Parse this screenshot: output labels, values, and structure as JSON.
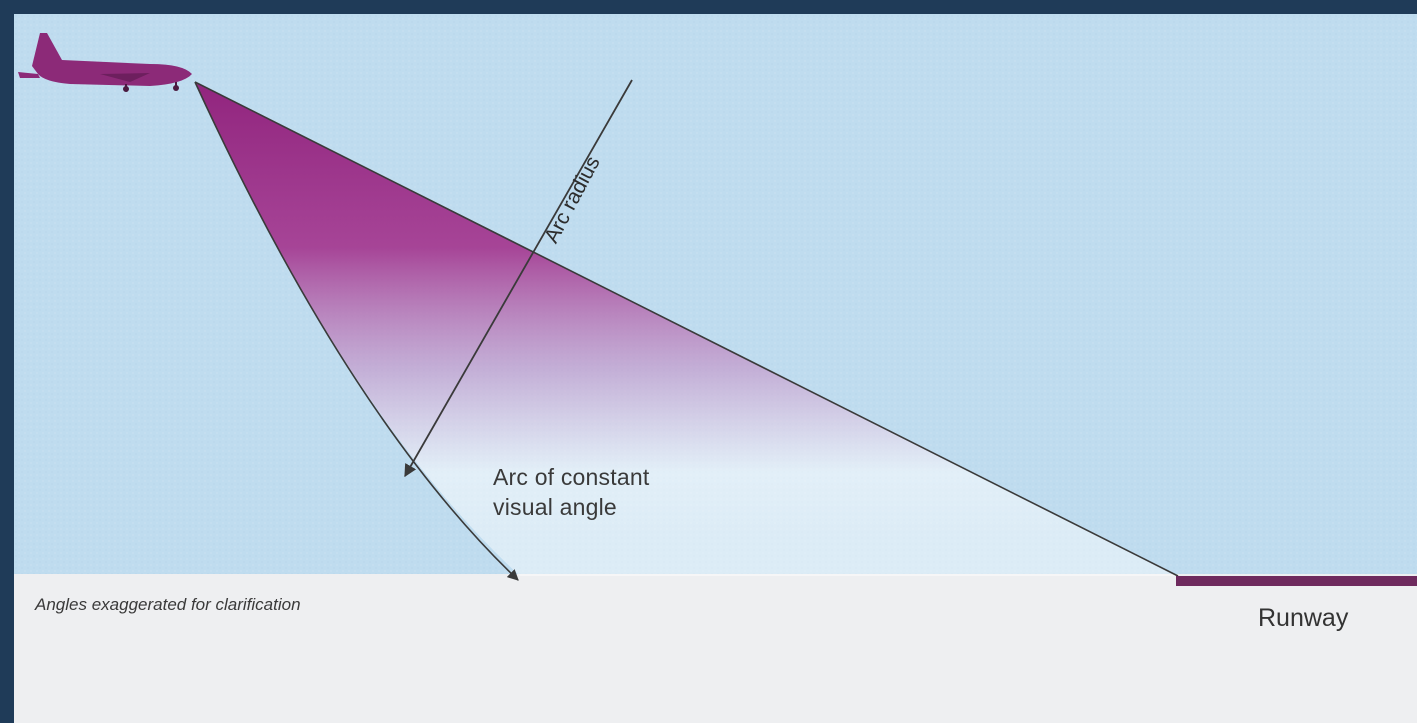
{
  "labels": {
    "arc_radius": "Arc radius",
    "arc_of_constant_line1": "Arc of constant",
    "arc_of_constant_line2": "visual angle",
    "note": "Angles exaggerated for clarification",
    "runway": "Runway"
  },
  "colors": {
    "sky": "#bfdcef",
    "ground": "#ecedef",
    "wedge": "#9b2f86",
    "aircraft": "#8c2a78",
    "runway": "#6e2a5e",
    "frame": "#1f3b58",
    "line": "#3a3a3a"
  },
  "icons": {
    "aircraft": "airplane-icon"
  }
}
